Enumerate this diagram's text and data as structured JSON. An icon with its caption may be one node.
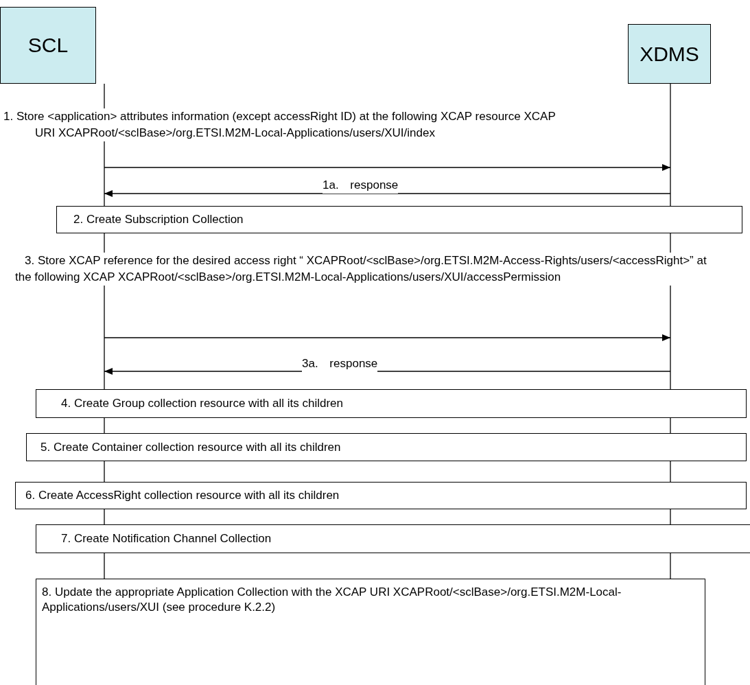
{
  "diagram": {
    "nodes": [
      {
        "text": [
          "SCL"
        ]
      },
      {
        "text": [
          "XDMS"
        ]
      },
      {
        "text": [
          "2. Create Subscription Collection"
        ]
      },
      {
        "text": [
          "4. Create Group collection resource with all its children"
        ]
      },
      {
        "text": [
          "5. Create Container collection resource with all its children"
        ]
      },
      {
        "text": [
          "6. Create AccessRight collection resource with all its children"
        ]
      },
      {
        "text": [
          "7. Create Notification Channel Collection"
        ]
      },
      {
        "text": [
          "8. Update the appropriate Application Collection with the XCAP URI XCAPRoot/<sclBase>/org.ETSI.M2M-Local-Applications/users/XUI (see procedure K.2.2)"
        ]
      }
    ],
    "edges": [
      {
        "from": 0,
        "to": 1,
        "arrow": "to",
        "label": "1. Store <application> attributes information (except accessRight ID) at the following XCAP resource XCAP URI XCAPRoot/<sclBase>/org.ETSI.M2M-Local-Applications/users/XUI/index"
      },
      {
        "from": 1,
        "to": 0,
        "arrow": "to",
        "label": "1a. response"
      },
      {
        "from": 0,
        "to": 1,
        "arrow": "to",
        "label": "3. Store XCAP reference for the desired access right “ XCAPRoot/<sclBase>/org.ETSI.M2M-Access-Rights/users/<accessRight>” at the following XCAP XCAPRoot/<sclBase>/org.ETSI.M2M-Local-Applications/users/XUI/accessPermission"
      },
      {
        "from": 1,
        "to": 0,
        "arrow": "to",
        "label": "3a. response"
      }
    ]
  }
}
